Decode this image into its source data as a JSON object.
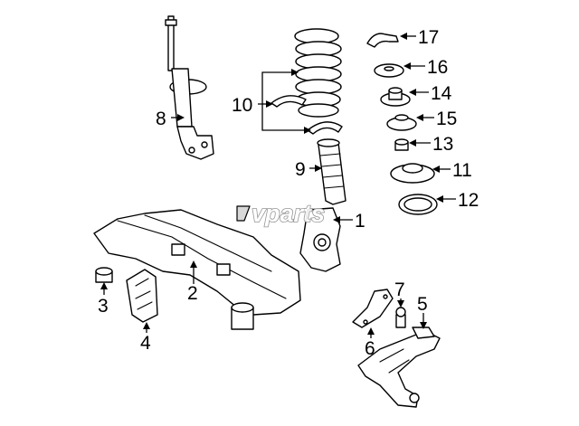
{
  "watermark": {
    "text": "vparts"
  },
  "callouts": [
    {
      "id": "c1",
      "label": "1"
    },
    {
      "id": "c2",
      "label": "2"
    },
    {
      "id": "c3",
      "label": "3"
    },
    {
      "id": "c4",
      "label": "4"
    },
    {
      "id": "c5",
      "label": "5"
    },
    {
      "id": "c6",
      "label": "6"
    },
    {
      "id": "c7",
      "label": "7"
    },
    {
      "id": "c8",
      "label": "8"
    },
    {
      "id": "c9",
      "label": "9"
    },
    {
      "id": "c10",
      "label": "10"
    },
    {
      "id": "c11",
      "label": "11"
    },
    {
      "id": "c12",
      "label": "12"
    },
    {
      "id": "c13",
      "label": "13"
    },
    {
      "id": "c14",
      "label": "14"
    },
    {
      "id": "c15",
      "label": "15"
    },
    {
      "id": "c16",
      "label": "16"
    },
    {
      "id": "c17",
      "label": "17"
    }
  ]
}
